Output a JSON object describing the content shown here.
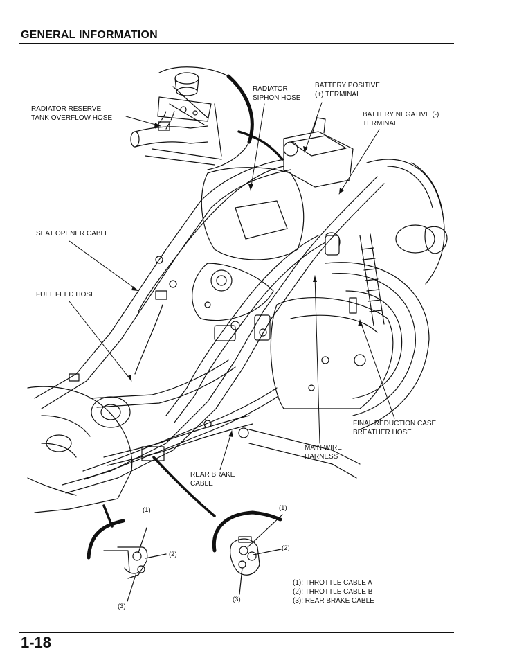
{
  "header": {
    "section_title": "GENERAL INFORMATION"
  },
  "footer": {
    "page_number": "1-18"
  },
  "labels": {
    "radiator_reserve_tank_overflow_hose": "RADIATOR RESERVE\nTANK OVERFLOW HOSE",
    "radiator_siphon_hose": "RADIATOR\nSIPHON HOSE",
    "battery_positive_terminal": "BATTERY POSITIVE\n(+) TERMINAL",
    "battery_negative_terminal": "BATTERY NEGATIVE (-)\nTERMINAL",
    "seat_opener_cable": "SEAT OPENER CABLE",
    "fuel_feed_hose": "FUEL FEED HOSE",
    "final_reduction_case_breather_hose": "FINAL REDUCTION CASE\nBREATHER HOSE",
    "main_wire_harness": "MAIN WIRE\nHARNESS",
    "rear_brake_cable": "REAR BRAKE\nCABLE"
  },
  "callouts": {
    "left_detail": {
      "n1": "(1)",
      "n2": "(2)",
      "n3": "(3)"
    },
    "right_detail": {
      "n1": "(1)",
      "n2": "(2)",
      "n3": "(3)"
    }
  },
  "legend": {
    "item1": "(1): THROTTLE CABLE A",
    "item2": "(2): THROTTLE CABLE B",
    "item3": "(3): REAR BRAKE CABLE"
  }
}
